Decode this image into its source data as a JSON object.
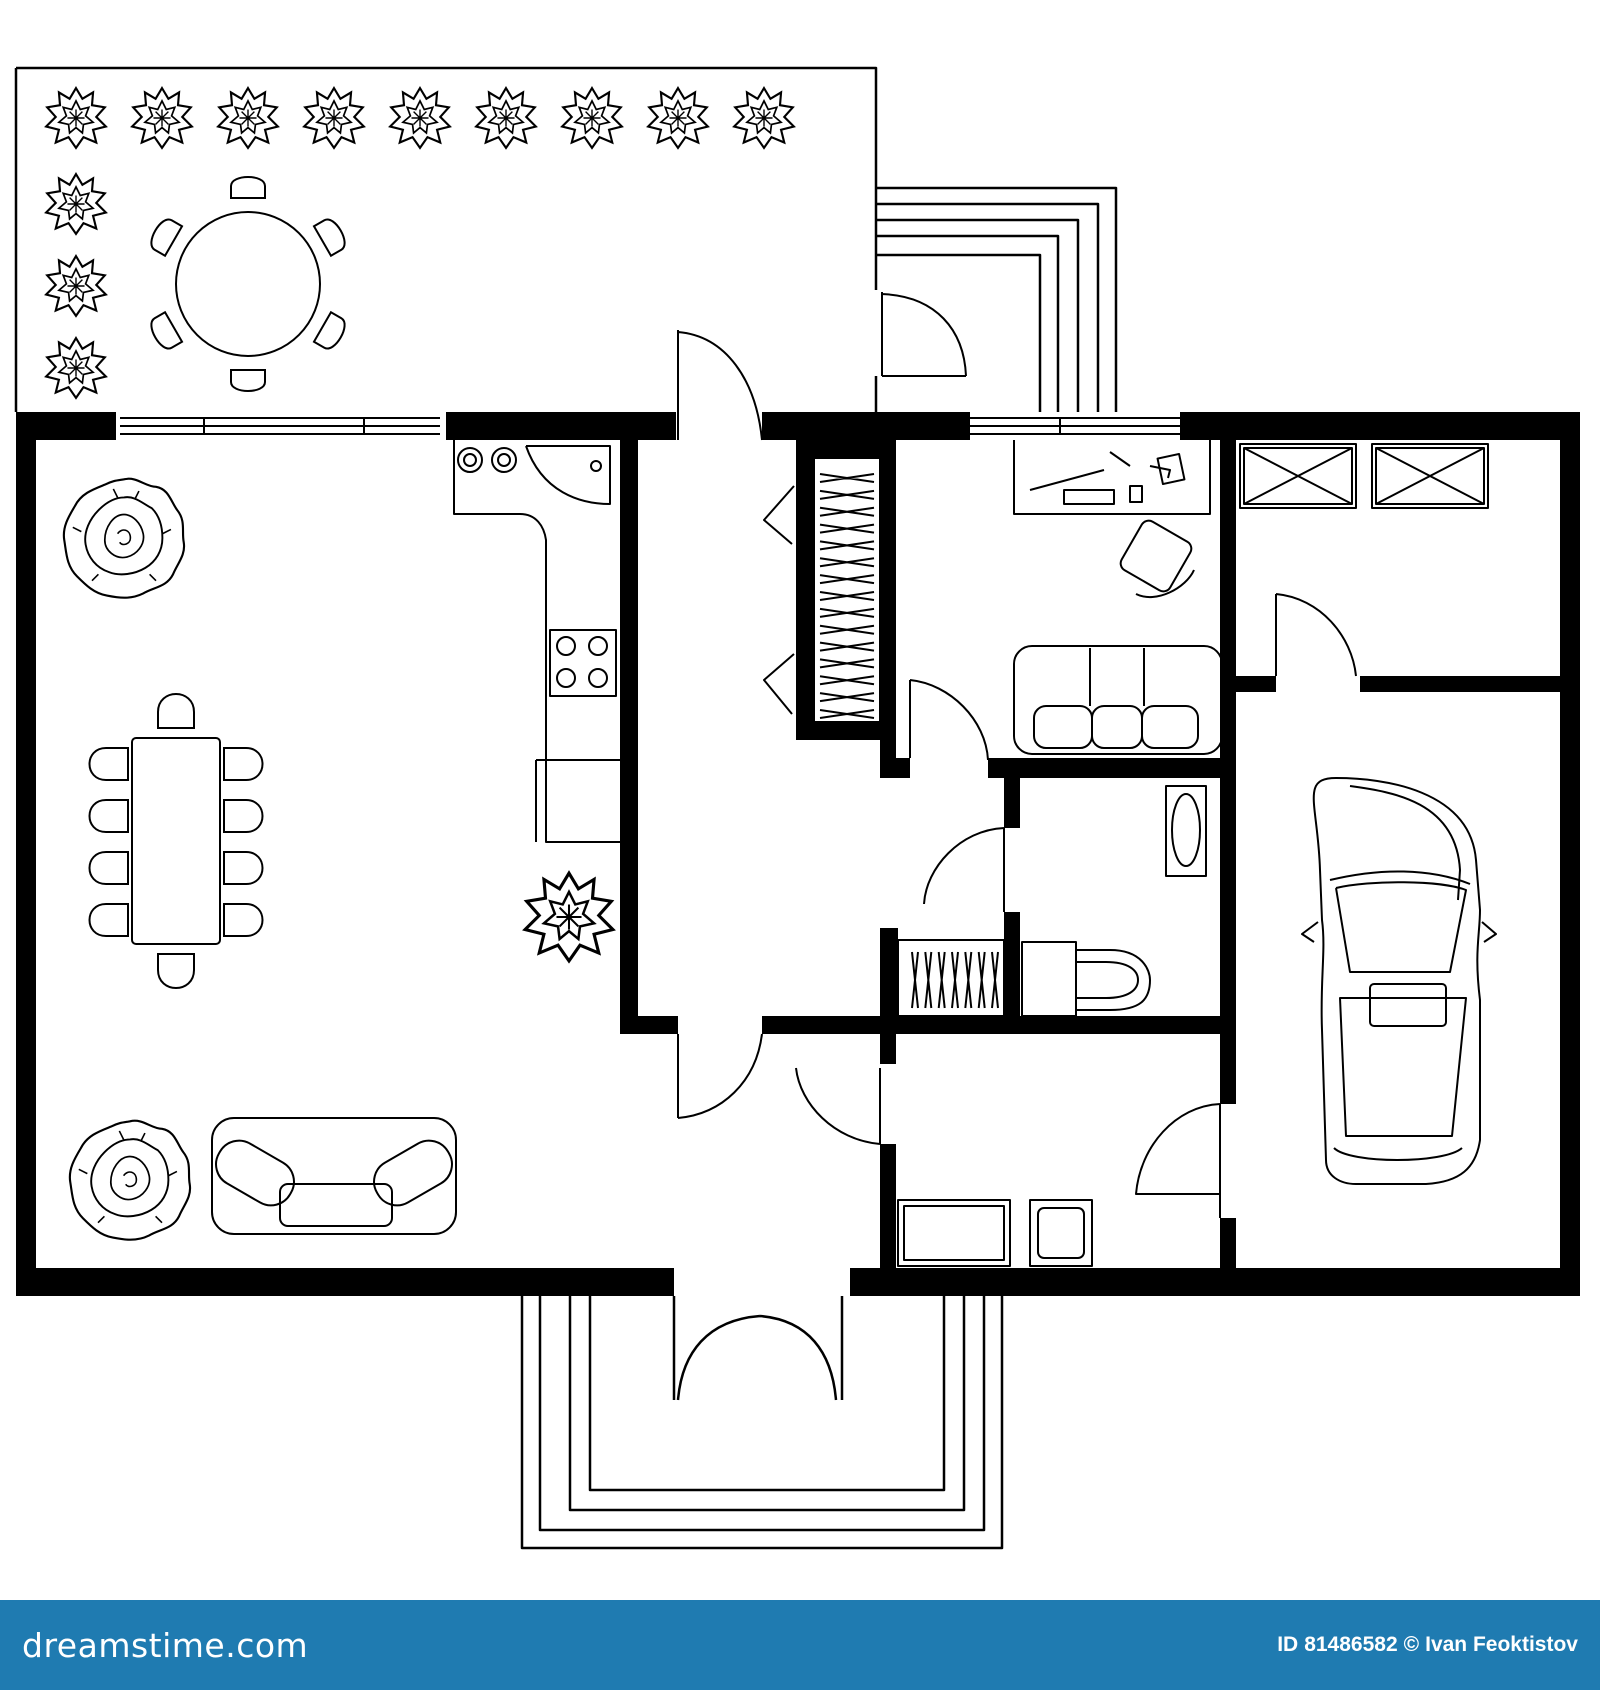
{
  "plan": {
    "furniture": {
      "terrace_trees": 12,
      "terrace_chairs": 6,
      "dining_chairs": 10,
      "stove_burners": 4,
      "wardrobe_hangers": 15,
      "closet_hangers": 7,
      "garage_cabinets": 2
    }
  },
  "footer": {
    "brand": "dreamstime.com",
    "id_label": "ID",
    "id_value": "81486582",
    "copyright_symbol": "©",
    "author": "Ivan Feoktistov"
  },
  "colors": {
    "footer_bg": "#1f7bb1",
    "footer_text": "#ffffff",
    "wall": "#000000",
    "background": "#ffffff"
  }
}
